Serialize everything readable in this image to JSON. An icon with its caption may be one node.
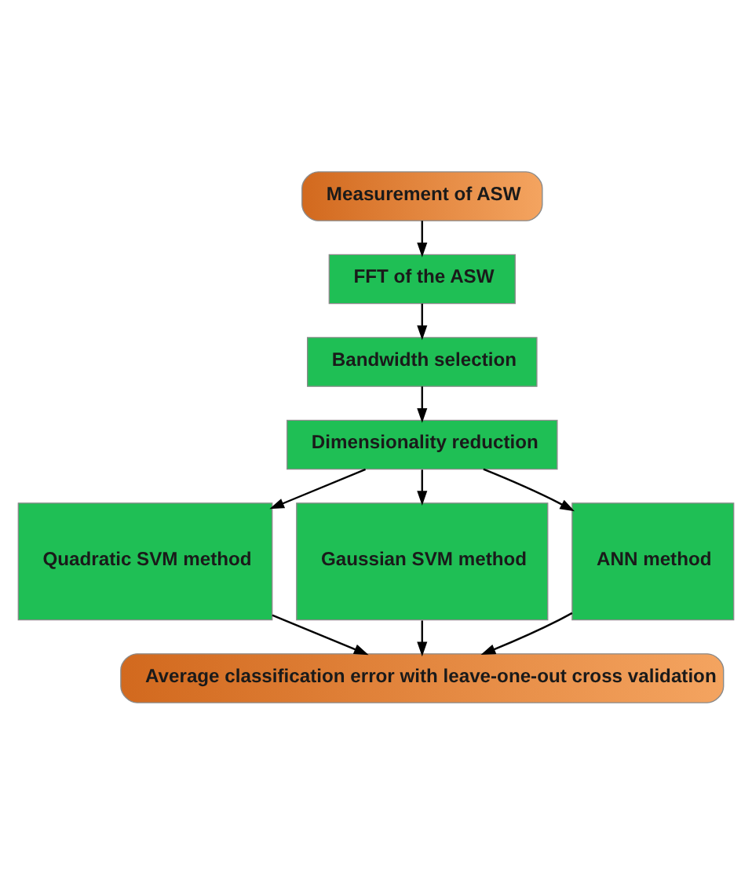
{
  "diagram": {
    "nodes": [
      {
        "text": [
          "Measurement of ASW"
        ]
      },
      {
        "text": [
          "FFT of the ASW"
        ]
      },
      {
        "text": [
          "Bandwidth selection"
        ]
      },
      {
        "text": [
          "Dimensionality reduction"
        ]
      },
      {
        "text": [
          "Quadratic SVM method"
        ]
      },
      {
        "text": [
          "Gaussian SVM method"
        ]
      },
      {
        "text": [
          "ANN method"
        ]
      },
      {
        "text": [
          "Average classification error with leave-one-out cross validation"
        ]
      }
    ],
    "edges": [
      {
        "from": 0,
        "to": 1,
        "arrow": "to"
      },
      {
        "from": 1,
        "to": 2,
        "arrow": "to"
      },
      {
        "from": 2,
        "to": 3,
        "arrow": "to"
      },
      {
        "from": 3,
        "to": 4,
        "arrow": "to"
      },
      {
        "from": 3,
        "to": 5,
        "arrow": "to"
      },
      {
        "from": 3,
        "to": 6,
        "arrow": "to"
      },
      {
        "from": 4,
        "to": 7,
        "arrow": "to"
      },
      {
        "from": 5,
        "to": 7,
        "arrow": "to"
      },
      {
        "from": 6,
        "to": 7,
        "arrow": "to"
      }
    ]
  }
}
